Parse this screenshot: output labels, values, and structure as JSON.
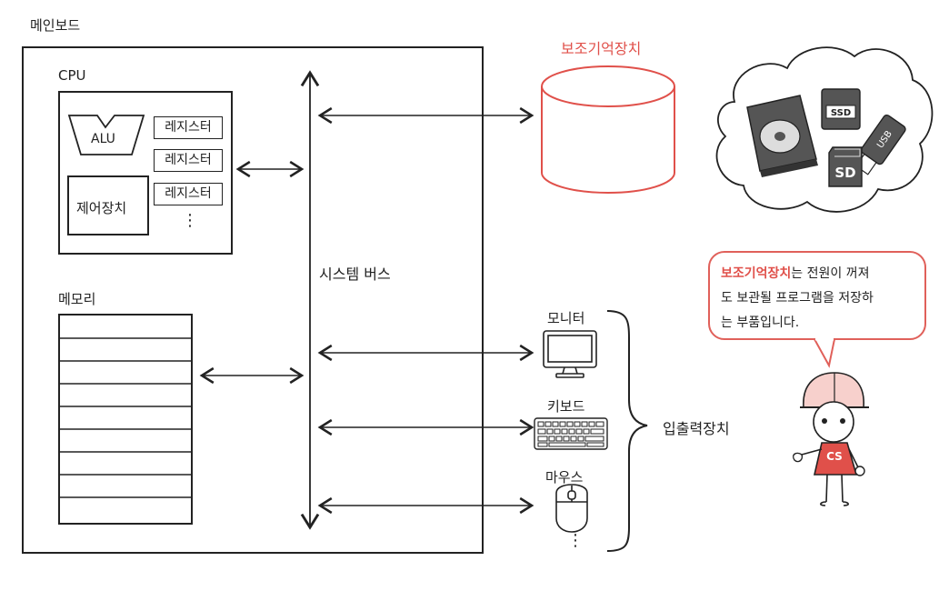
{
  "mainboard": {
    "title": "메인보드"
  },
  "cpu": {
    "title": "CPU",
    "alu": "ALU",
    "control_unit": "제어장치",
    "registers": [
      "레지스터",
      "레지스터",
      "레지스터"
    ],
    "ellipsis": "⋮"
  },
  "memory": {
    "title": "메모리",
    "rows": 9
  },
  "system_bus": {
    "label": "시스템 버스"
  },
  "storage": {
    "title": "보조기억장치"
  },
  "storage_icons": {
    "ssd": "SSD",
    "usb": "USB",
    "sd": "SD"
  },
  "io": {
    "monitor": "모니터",
    "keyboard": "키보드",
    "mouse": "마우스",
    "ellipsis": "⋮",
    "group_label": "입출력장치"
  },
  "speech": {
    "highlight": "보조기억장치",
    "text_line1": "는 전원이 꺼져",
    "text_line2": "도 보관될 프로그램을 저장하",
    "text_line3": "는 부품입니다."
  },
  "character": {
    "badge": "CS"
  },
  "colors": {
    "accent": "#e0504a",
    "ink": "#222222"
  }
}
